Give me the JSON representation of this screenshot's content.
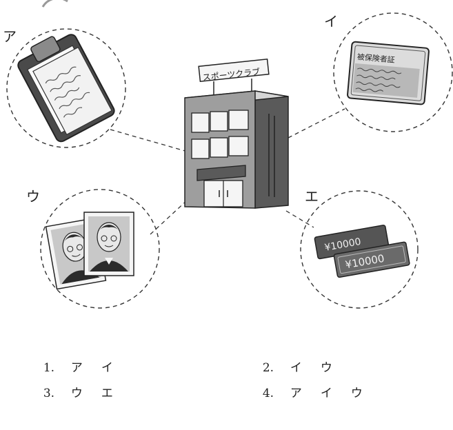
{
  "labels": {
    "a": "ア",
    "i": "イ",
    "u": "ウ",
    "e": "エ"
  },
  "building": {
    "sign": "スポーツクラブ"
  },
  "card": {
    "title": "被保険者証"
  },
  "money": {
    "note1": "¥10000",
    "note2": "¥10000"
  },
  "options": [
    {
      "num": "1.",
      "answers": [
        "ア",
        "イ"
      ]
    },
    {
      "num": "2.",
      "answers": [
        "イ",
        "ウ"
      ]
    },
    {
      "num": "3.",
      "answers": [
        "ウ",
        "エ"
      ]
    },
    {
      "num": "4.",
      "answers": [
        "ア",
        "イ",
        "ウ"
      ]
    }
  ]
}
